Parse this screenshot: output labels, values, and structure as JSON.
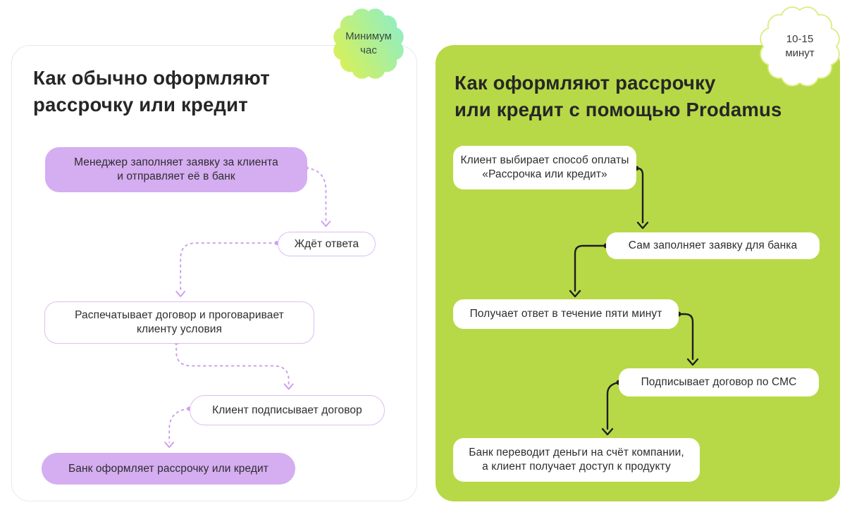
{
  "colors": {
    "lime": "#b7d947",
    "purple_fill": "#d5adf1",
    "purple_border": "#dcbdf4",
    "purple_arrow": "#cf9fee",
    "dark_arrow": "#1e1e1e",
    "badge1_grad_start": "#d9f056",
    "badge1_grad_end": "#8feec5",
    "badge2_border": "#dcec85"
  },
  "left_panel": {
    "badge": {
      "lines": [
        "Минимум",
        "час"
      ]
    },
    "title": {
      "lines": [
        "Как обычно оформляют",
        "рассрочку или кредит"
      ]
    },
    "steps": [
      {
        "lines": [
          "Менеджер заполняет заявку за клиента",
          "и отправляет её в банк"
        ]
      },
      {
        "lines": [
          "Ждёт ответа"
        ]
      },
      {
        "lines": [
          "Распечатывает договор и проговаривает",
          "клиенту условия"
        ]
      },
      {
        "lines": [
          "Клиент подписывает договор"
        ]
      },
      {
        "lines": [
          "Банк оформляет рассрочку или кредит"
        ]
      }
    ]
  },
  "right_panel": {
    "badge": {
      "lines": [
        "10-15",
        "минут"
      ]
    },
    "title": {
      "lines": [
        "Как оформляют рассрочку",
        "или кредит с помощью Prodamus"
      ]
    },
    "steps": [
      {
        "lines": [
          "Клиент выбирает способ оплаты",
          "«Рассрочка или кредит»"
        ]
      },
      {
        "lines": [
          "Сам заполняет заявку для банка"
        ]
      },
      {
        "lines": [
          "Получает ответ в течение пяти минут"
        ]
      },
      {
        "lines": [
          "Подписывает договор по СМС"
        ]
      },
      {
        "lines": [
          "Банк переводит деньги на счёт компании,",
          "а клиент получает доступ к продукту"
        ]
      }
    ]
  }
}
